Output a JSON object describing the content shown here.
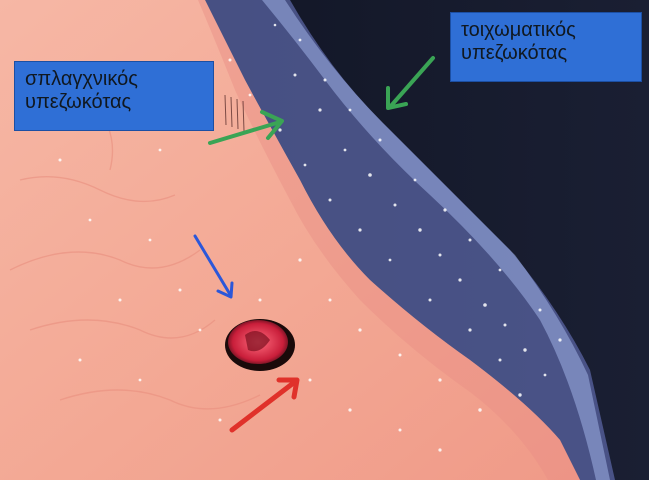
{
  "labels": {
    "visceral": {
      "line1": "σπλαγχνικός",
      "line2": "υπεζωκότας"
    },
    "parietal": {
      "line1": "τοιχωματικός",
      "line2": "υπεζωκότας"
    }
  },
  "colors": {
    "label_box": "#2f6fd6",
    "arrow_green": "#3aa455",
    "arrow_blue": "#2b57d9",
    "arrow_red": "#e0312a",
    "tissue_pink": "#f2a996",
    "dark_background": "#121624",
    "pleura_membrane": "#6f79b8"
  },
  "image_content": {
    "arrows": [
      "green-arrow",
      "green-arrow",
      "blue-arrow",
      "red-arrow"
    ]
  }
}
